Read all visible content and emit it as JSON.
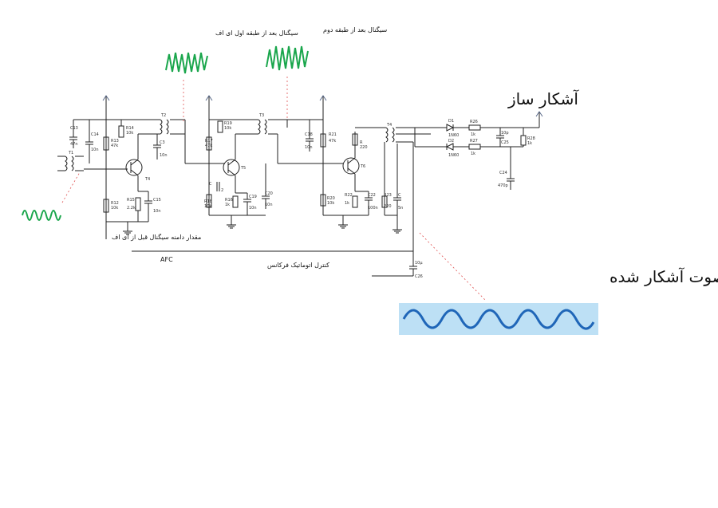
{
  "annotations": {
    "signal_after_if1": "سیگنال بعد از طبقه اول ای اف",
    "signal_after_stage2": "سیگنال بعد از طبقه دوم",
    "signal_before_if": "مقدار دامنه سیگنال قبل از ای اف",
    "detector": "آشکار ساز",
    "detected_audio": "صوت آشکار شده",
    "afc_label": "AFC",
    "afc_persian": "کنترل اتوماتیک فرکانس"
  },
  "components": {
    "C13": "C13",
    "C13v": "47n",
    "C14": "C14",
    "C14v": "10n",
    "R13": "R13",
    "R13v": "47k",
    "R14": "R14",
    "R14v": "10k",
    "T1": "T1",
    "T2": "T2",
    "T3": "T3",
    "T4": "T4",
    "C3": "C3",
    "C3v": "10n",
    "Q4": "T4",
    "Q5": "T5",
    "Q6": "T6",
    "R12": "R12",
    "R12v": "10k",
    "R15": "R15",
    "R15v": "2.2k",
    "C15": "C15",
    "C15v": "10n",
    "R19": "R19",
    "R19v": "10k",
    "R17": "R17",
    "R17v": "47k",
    "C17": "C",
    "C17v": "2",
    "R16": "R16",
    "R16v": "1k",
    "R18": "R18",
    "R18v": "10k",
    "C19": "C19",
    "C19v": "10n",
    "C20": "C20",
    "C20v": "10n",
    "C18": "C18",
    "C18v": "10n",
    "R21": "R21",
    "R21v": "47k",
    "R20": "R20",
    "R20v": "10k",
    "R22": "R22",
    "R22v": "1k",
    "C22": "C22",
    "C22v": "100n",
    "R23": "R23",
    "R23v": "220",
    "C_small": "C",
    "C_smallv": "5n",
    "D1": "D1",
    "D1v": "1N60",
    "D2": "D2",
    "D2v": "1N60",
    "R26": "R26",
    "R26v": "1k",
    "R27": "R27",
    "R27v": "1k",
    "C25": "C25",
    "C25v": "10p",
    "R28": "R28",
    "R28v": "1k",
    "C24": "C24",
    "C24v": "470p",
    "C26": "C26",
    "C26v": "10μ",
    "R_e": "R",
    "R_ev": "220"
  },
  "colors": {
    "wire": "#202020",
    "wave_green": "#1aa64c",
    "audio_wave": "#1f66b8",
    "audio_bg": "#bde0f5",
    "dash_red": "#e05050"
  }
}
